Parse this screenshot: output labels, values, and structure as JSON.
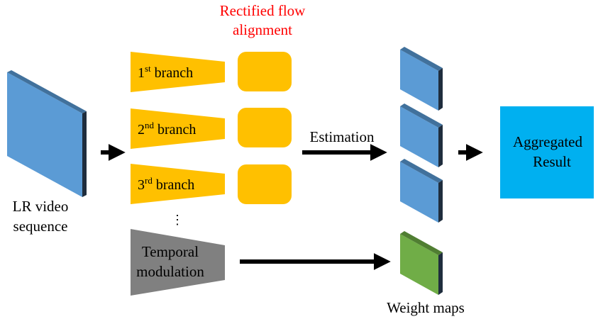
{
  "header": {
    "line1": "Rectified flow",
    "line2": "alignment",
    "color": "#ff0000"
  },
  "input": {
    "line1": "LR video",
    "line2": "sequence",
    "color": "#5b9bd5"
  },
  "branches": [
    {
      "num": "1",
      "sup": "st",
      "word": " branch"
    },
    {
      "num": "2",
      "sup": "nd",
      "word": " branch"
    },
    {
      "num": "3",
      "sup": "rd",
      "word": " branch"
    }
  ],
  "ellipsis": "⋮",
  "temporal": {
    "line1": "Temporal",
    "line2": "modulation",
    "color": "#808080"
  },
  "estimation_label": "Estimation",
  "weight_maps_label": "Weight maps",
  "result": {
    "line1": "Aggregated",
    "line2": "Result",
    "color": "#00b0f0"
  },
  "colors": {
    "branch": "#ffc000",
    "feature": "#5b9bd5",
    "weight": "#70ad47",
    "arrow": "#000000"
  }
}
